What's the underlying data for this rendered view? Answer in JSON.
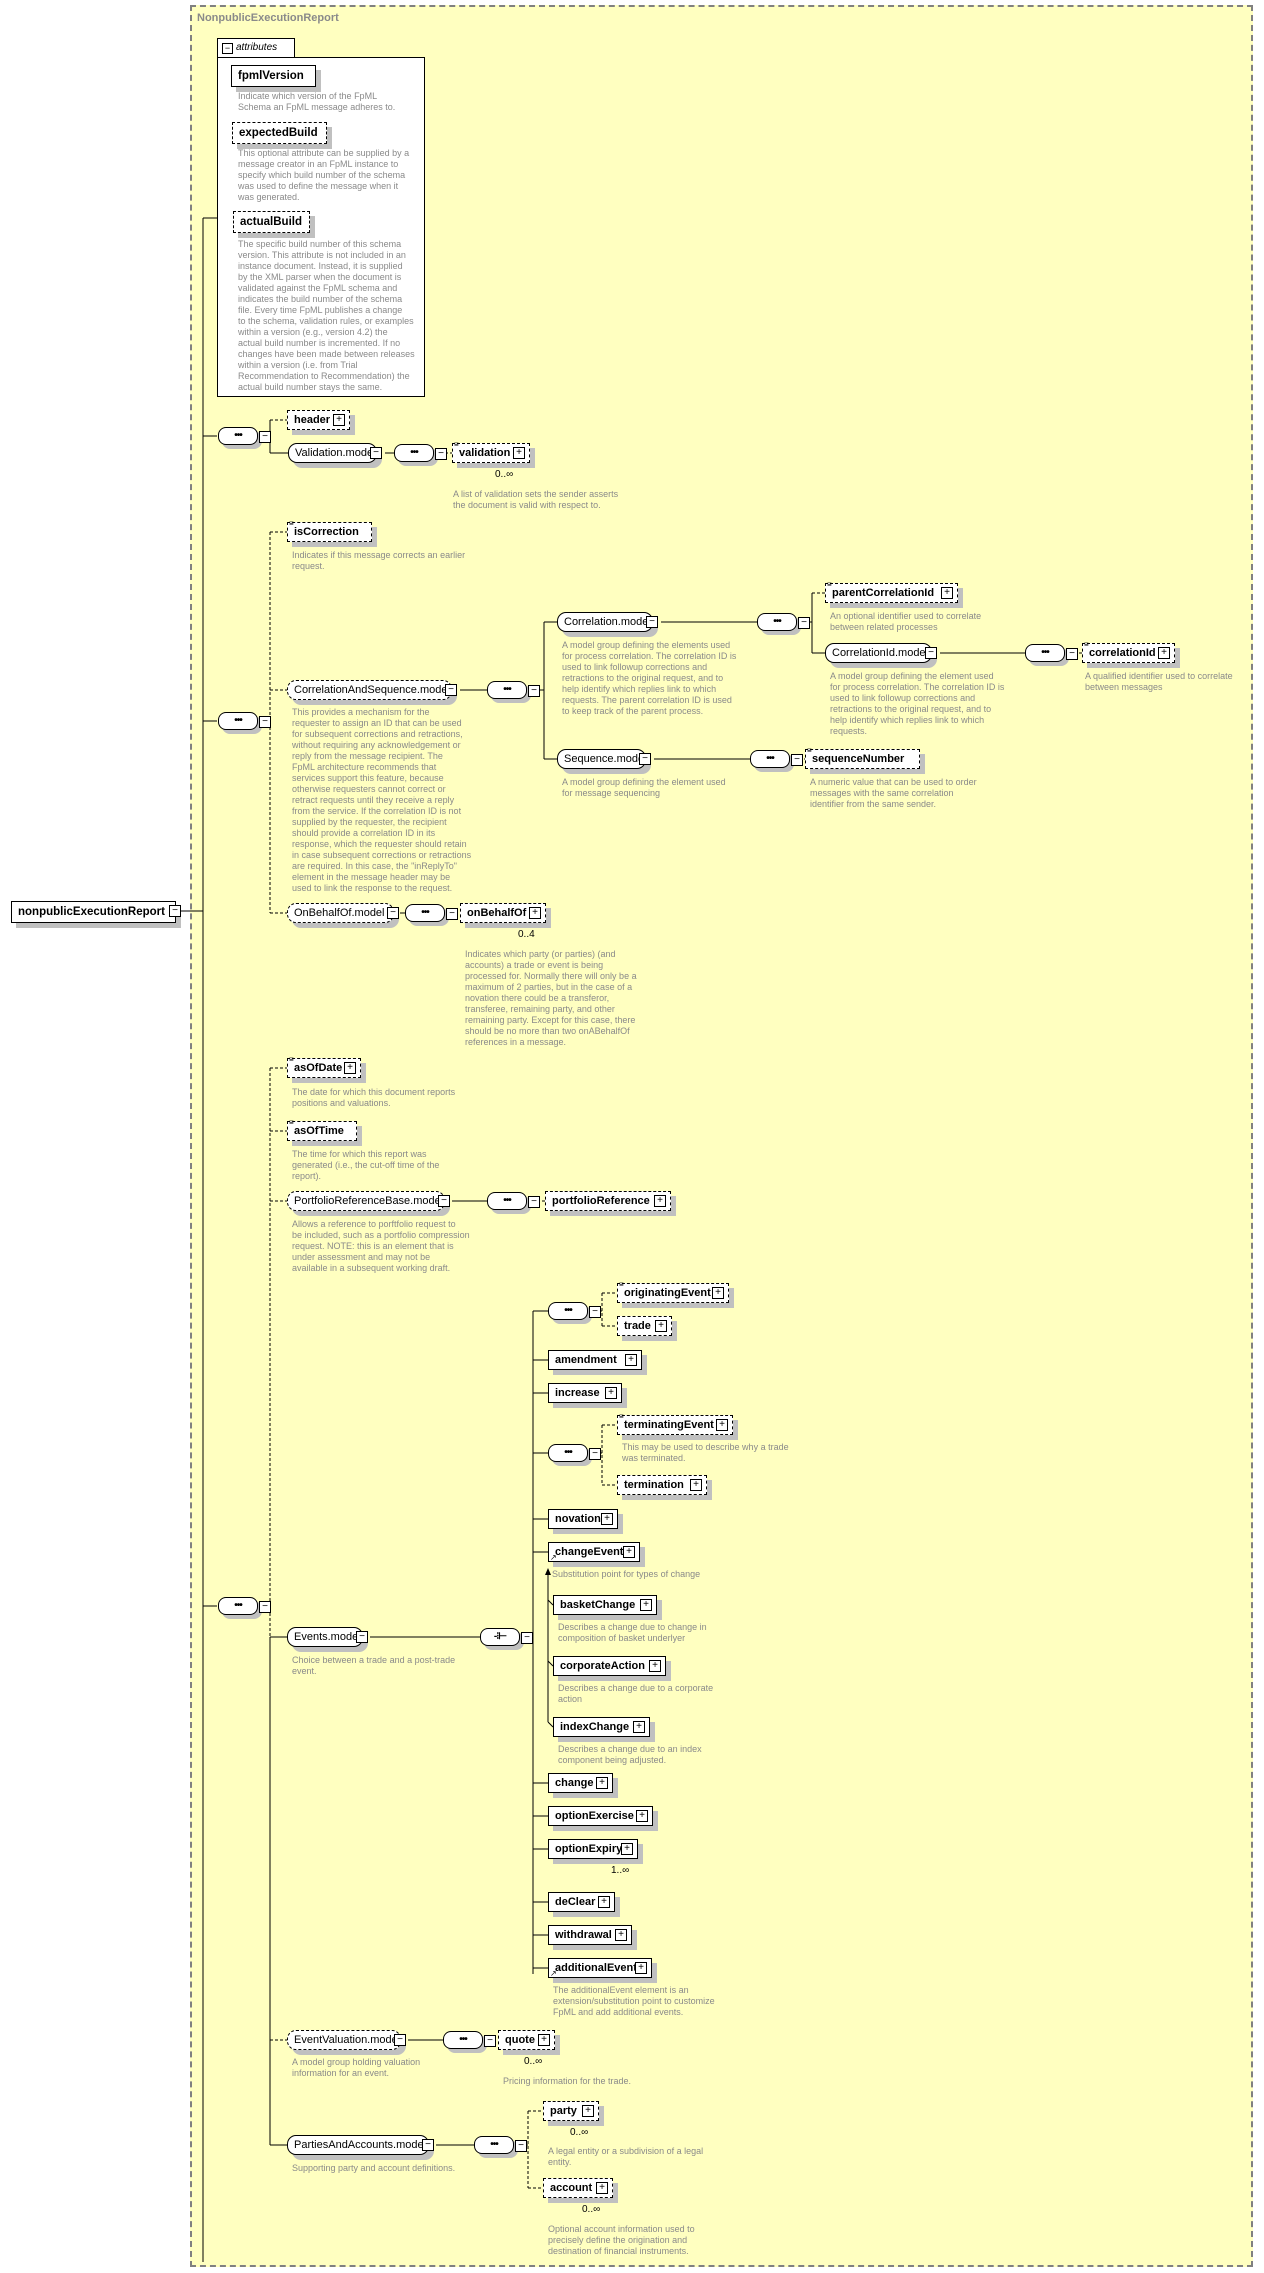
{
  "diagram": {
    "frame_title": "NonpublicExecutionReport",
    "root": {
      "name": "nonpublicExecutionReport"
    },
    "attributes": {
      "tab_label": "attributes",
      "items": [
        {
          "name": "fpmlVersion",
          "optional": false,
          "description": "Indicate which version of the FpML\nSchema an FpML message adheres to."
        },
        {
          "name": "expectedBuild",
          "optional": true,
          "description": "This optional attribute can be supplied by a\nmessage creator in an FpML instance to\nspecify which build number of the schema\nwas used to define the message when it\nwas generated."
        },
        {
          "name": "actualBuild",
          "optional": true,
          "description": "The specific build number of this schema\nversion. This attribute is not included in an\ninstance document. Instead, it is supplied\nby the XML parser when the document is\nvalidated against the FpML schema and\nindicates the build number of the schema\nfile. Every time FpML publishes a change\nto the schema, validation rules, or examples\nwithin a version (e.g., version 4.2) the\nactual build number is incremented. If no\nchanges have been made between releases\nwithin a version (i.e. from Trial\nRecommendation to Recommendation) the\nactual build number stays the same."
        }
      ]
    },
    "nodes": {
      "header": {
        "name": "header"
      },
      "validation_model": {
        "name": "Validation.model"
      },
      "validation": {
        "name": "validation",
        "cardinality": "0..∞",
        "description": "A list of validation sets the sender asserts\nthe document is valid with respect to."
      },
      "isCorrection": {
        "name": "isCorrection",
        "description": "Indicates if this message corrects an earlier\nrequest."
      },
      "cas_model": {
        "name": "CorrelationAndSequence.model",
        "description": "This provides a mechanism for the\nrequester to assign an ID that can be used\nfor subsequent corrections and retractions,\nwithout requiring any acknowledgement or\nreply from the message recipient. The\nFpML architecture recommends that\nservices support this feature, because\notherwise requesters cannot correct or\nretract requests until they receive a reply\nfrom the service. If the correlation ID is not\nsupplied by the requester, the recipient\nshould provide a correlation ID in its\nresponse, which the requester should retain\nin case subsequent corrections or retractions\nare required. In this case, the \"inReplyTo\"\nelement in the message header may be\nused to link the response to the request."
      },
      "correlation_model": {
        "name": "Correlation.model",
        "description": "A model group defining the elements used\nfor process correlation. The correlation ID is\nused to link followup corrections and\nretractions to the original request, and to\nhelp identify which replies link to which\nrequests. The parent correlation ID is used\nto keep track of the parent process."
      },
      "parentCorrelationId": {
        "name": "parentCorrelationId",
        "description": "An optional identifier used to correlate\nbetween related processes"
      },
      "correlationId_model": {
        "name": "CorrelationId.model",
        "description": "A model group defining the element used\nfor process correlation. The correlation ID is\nused to link followup corrections and\nretractions to the original request, and to\nhelp identify which replies link to which\nrequests."
      },
      "correlationId": {
        "name": "correlationId",
        "description": "A qualified identifier used to correlate\nbetween messages"
      },
      "sequence_model": {
        "name": "Sequence.model",
        "description": "A model group defining the element used\nfor message sequencing"
      },
      "sequenceNumber": {
        "name": "sequenceNumber",
        "description": "A numeric value that can be used to order\nmessages with the same correlation\nidentifier from the same sender."
      },
      "onBehalfOf_model": {
        "name": "OnBehalfOf.model"
      },
      "onBehalfOf": {
        "name": "onBehalfOf",
        "cardinality": "0..4",
        "description": "Indicates which party (or parties) (and\naccounts) a trade or event is being\nprocessed for. Normally there will only be a\nmaximum of 2 parties, but in the case of a\nnovation there could be a transferor,\ntransferee, remaining party, and other\nremaining party. Except for this case, there\nshould be no more than two onABehalfOf\nreferences in a message."
      },
      "asOfDate": {
        "name": "asOfDate",
        "description": "The date for which this document reports\npositions and valuations."
      },
      "asOfTime": {
        "name": "asOfTime",
        "description": "The time for which this report was\ngenerated (i.e., the cut-off time of the\nreport)."
      },
      "portfolio_model": {
        "name": "PortfolioReferenceBase.model",
        "description": "Allows a reference to porftfolio request to\nbe included, such as a portfolio compression\nrequest. NOTE: this is an element that is\nunder assessment and may not be\navailable in a subsequent working draft."
      },
      "portfolioReference": {
        "name": "portfolioReference"
      },
      "events_model": {
        "name": "Events.model",
        "description": "Choice between a trade and a post-trade\nevent."
      },
      "originatingEvent": {
        "name": "originatingEvent"
      },
      "trade": {
        "name": "trade"
      },
      "amendment": {
        "name": "amendment"
      },
      "increase": {
        "name": "increase"
      },
      "terminatingEvent": {
        "name": "terminatingEvent",
        "description": "This may be used to describe why a trade\nwas terminated."
      },
      "termination": {
        "name": "termination"
      },
      "novation": {
        "name": "novation"
      },
      "changeEvent": {
        "name": "changeEvent",
        "description": "Substitution point for types of change"
      },
      "basketChange": {
        "name": "basketChange",
        "description": "Describes a change due to change in\ncomposition of basket underlyer"
      },
      "corporateAction": {
        "name": "corporateAction",
        "description": "Describes a change due to a corporate\naction"
      },
      "indexChange": {
        "name": "indexChange",
        "description": "Describes a change due to an index\ncomponent being adjusted."
      },
      "change": {
        "name": "change"
      },
      "optionExercise": {
        "name": "optionExercise"
      },
      "optionExpiry": {
        "name": "optionExpiry",
        "cardinality": "1..∞"
      },
      "deClear": {
        "name": "deClear"
      },
      "withdrawal": {
        "name": "withdrawal"
      },
      "additionalEvent": {
        "name": "additionalEvent",
        "description": "The additionalEvent element is an\nextension/substitution point to customize\nFpML and add additional events."
      },
      "eventValuation_model": {
        "name": "EventValuation.model",
        "description": "A model group holding valuation\ninformation for an event."
      },
      "quote": {
        "name": "quote",
        "cardinality": "0..∞",
        "description": "Pricing information for the trade."
      },
      "partiesAccounts_model": {
        "name": "PartiesAndAccounts.model",
        "description": "Supporting party and account definitions."
      },
      "party": {
        "name": "party",
        "cardinality": "0..∞",
        "description": "A legal entity or a subdivision of a legal\nentity."
      },
      "account": {
        "name": "account",
        "cardinality": "0..∞",
        "description": "Optional account information used to\nprecisely define the origination and\ndestination of financial instruments."
      }
    },
    "symbols": {
      "sequence": "•••",
      "choice": "-⁝⊢",
      "expand": "+",
      "collapse": "−"
    }
  }
}
